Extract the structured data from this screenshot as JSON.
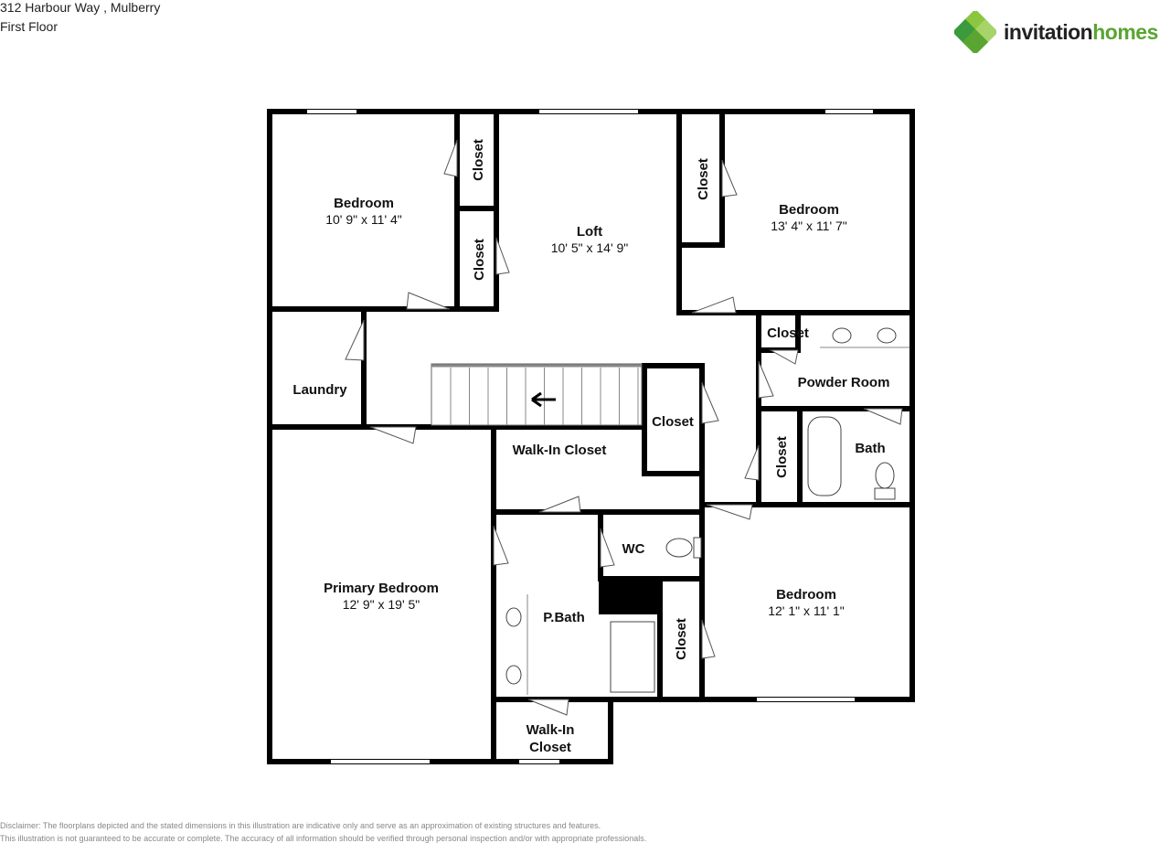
{
  "header": {
    "address": "312 Harbour Way , Mulberry",
    "floor": "First Floor"
  },
  "logo": {
    "part1": "invitation",
    "part2": "homes",
    "colors": {
      "green_light": "#8cc63f",
      "green_dark": "#3a9a3c"
    }
  },
  "rooms": {
    "bedroom_nw": {
      "name": "Bedroom",
      "dims": "10' 9\" x 11' 4\""
    },
    "closet_nw1": {
      "name": "Closet"
    },
    "closet_nw2": {
      "name": "Closet"
    },
    "loft": {
      "name": "Loft",
      "dims": "10' 5\" x 14' 9\""
    },
    "closet_ne": {
      "name": "Closet"
    },
    "bedroom_ne": {
      "name": "Bedroom",
      "dims": "13' 4\" x 11' 7\""
    },
    "closet_powder": {
      "name": "Closet"
    },
    "powder_room": {
      "name": "Powder Room"
    },
    "laundry": {
      "name": "Laundry"
    },
    "closet_center": {
      "name": "Closet"
    },
    "walkin_closet_1": {
      "name": "Walk-In Closet"
    },
    "closet_bath": {
      "name": "Closet"
    },
    "bath": {
      "name": "Bath"
    },
    "primary_bedroom": {
      "name": "Primary Bedroom",
      "dims": "12' 9\" x 19' 5\""
    },
    "wc": {
      "name": "WC"
    },
    "pbath": {
      "name": "P.Bath"
    },
    "closet_se": {
      "name": "Closet"
    },
    "bedroom_se": {
      "name": "Bedroom",
      "dims": "12' 1\" x 11' 1\""
    },
    "walkin_closet_2": {
      "name": "Walk-In",
      "name2": "Closet"
    }
  },
  "disclaimer": {
    "line1": "Disclaimer: The floorplans depicted and the stated dimensions in this illustration are indicative only and serve as an approximation of existing structures and features.",
    "line2": "This illustration is not guaranteed to be accurate or complete. The accuracy of all information should be verified through personal inspection and/or with appropriate professionals."
  }
}
